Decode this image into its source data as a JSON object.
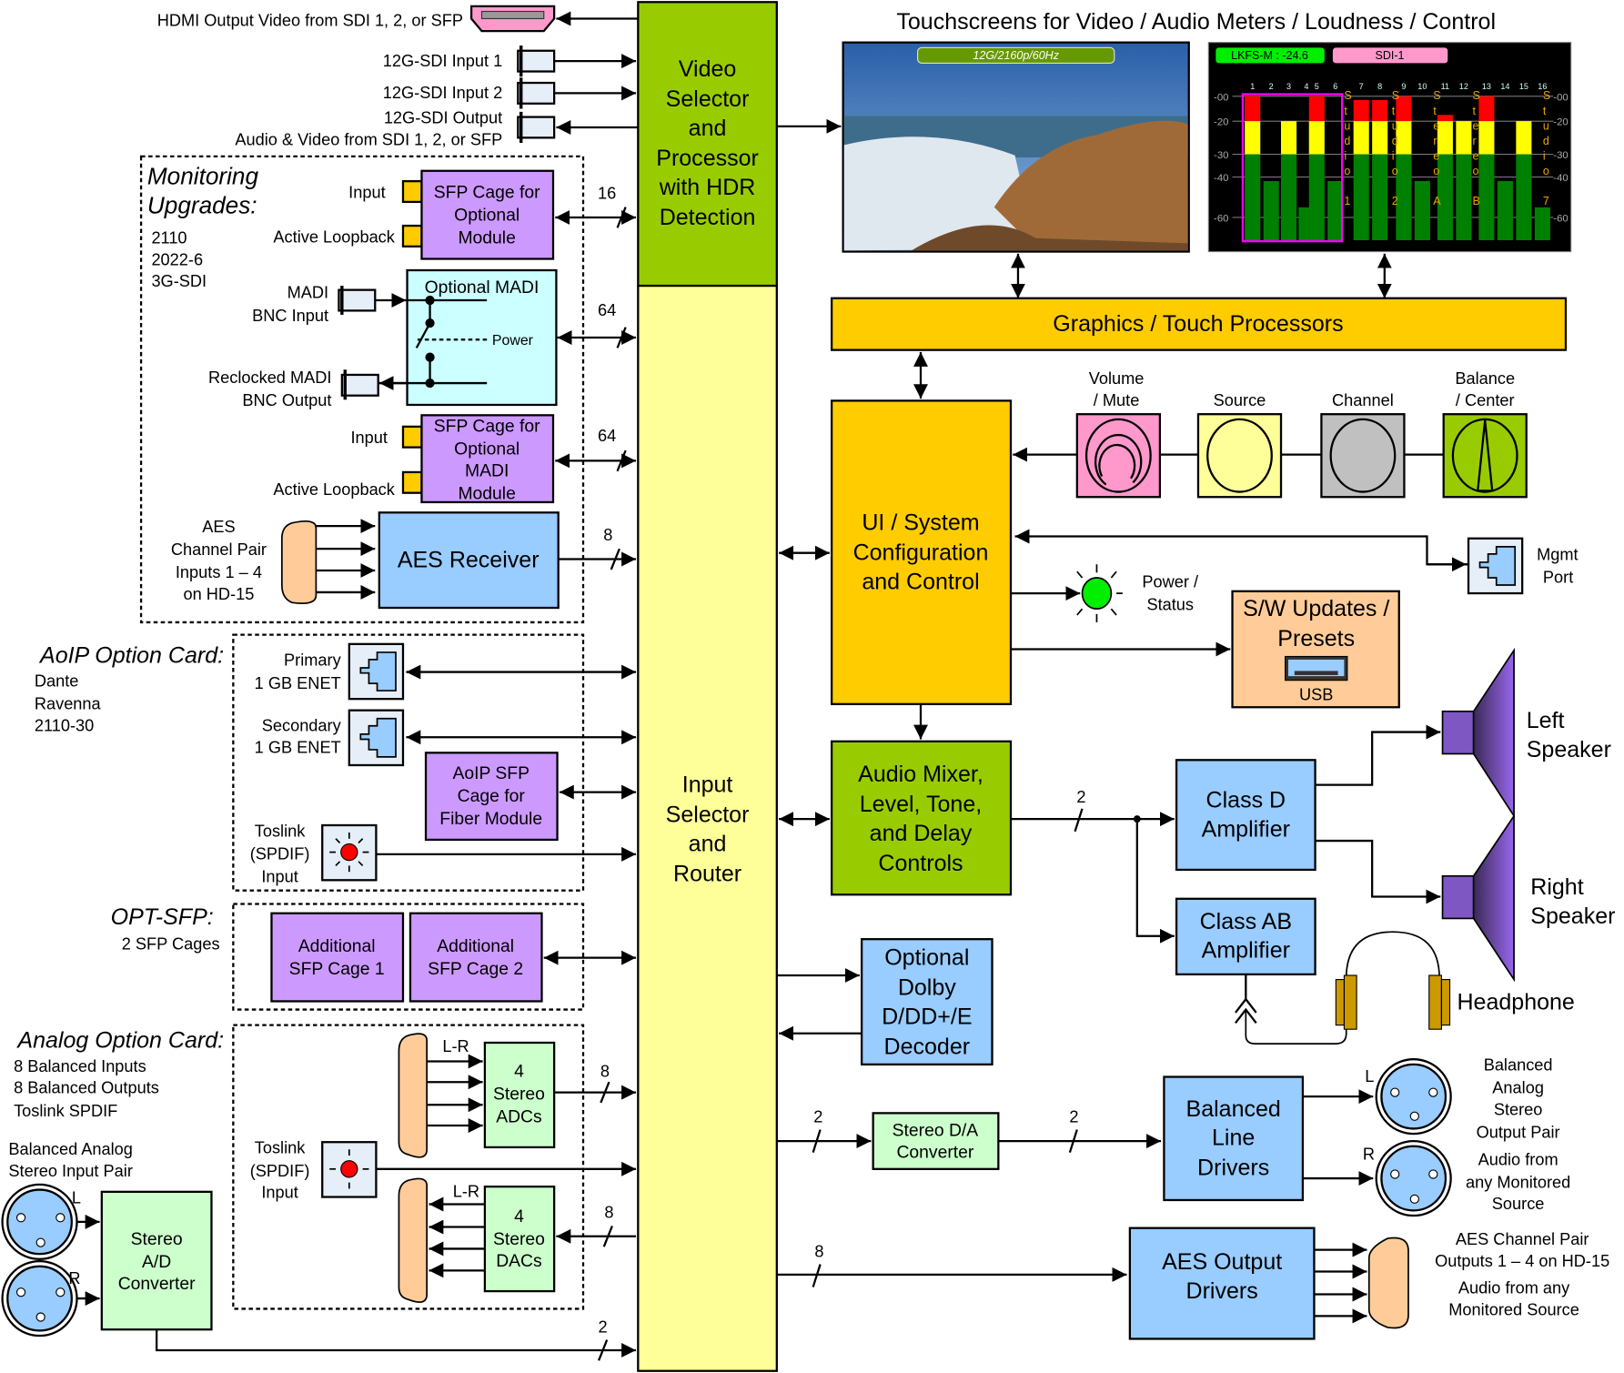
{
  "title": "Touchscreens for Video / Audio Meters / Loudness / Control",
  "colors": {
    "video_selector": "#99cc00",
    "input_router": "#ffff99",
    "orange": "#ffcc00",
    "blue_block": "#99ccff",
    "purple_block": "#cc99ff",
    "green_block": "#ccffcc",
    "cyan_block": "#ccffff",
    "peach": "#ffcc99",
    "pink": "#ff99cc"
  },
  "top_io": {
    "hdmi": "HDMI Output Video from SDI 1, 2, or SFP",
    "sdi_in1": "12G-SDI Input 1",
    "sdi_in2": "12G-SDI Input 2",
    "sdi_out": "12G-SDI Output",
    "sdi_out_sub": "Audio & Video from SDI 1, 2, or SFP"
  },
  "video_selector": [
    "Video",
    "Selector",
    "and",
    "Processor",
    "with HDR",
    "Detection"
  ],
  "input_router": [
    "Input",
    "Selector",
    "and",
    "Router"
  ],
  "monitoring": {
    "title1": "Monitoring",
    "title2": "Upgrades:",
    "items": [
      "2110",
      "2022-6",
      "3G-SDI"
    ],
    "sfp1": [
      "SFP Cage for",
      "Optional",
      "Module"
    ],
    "sfp1_input": "Input",
    "sfp1_loop": "Active Loopback",
    "bus1": "16",
    "madi_title": "Optional MADI",
    "madi_in": [
      "MADI",
      "BNC Input"
    ],
    "madi_out": [
      "Reclocked MADI",
      "BNC Output"
    ],
    "power": "Power",
    "bus2": "64",
    "sfp2": [
      "SFP Cage for",
      "Optional",
      "MADI",
      "Module"
    ],
    "sfp2_input": "Input",
    "sfp2_loop": "Active Loopback",
    "bus3": "64",
    "aes_in_label": [
      "AES",
      "Channel Pair",
      "Inputs 1 – 4",
      "on HD-15"
    ],
    "aes_receiver": "AES Receiver",
    "bus4": "8"
  },
  "aoip": {
    "title": "AoIP Option Card:",
    "items": [
      "Dante",
      "Ravenna",
      "2110-30"
    ],
    "primary": [
      "Primary",
      "1 GB ENET"
    ],
    "secondary": [
      "Secondary",
      "1 GB ENET"
    ],
    "sfp": [
      "AoIP SFP",
      "Cage for",
      "Fiber Module"
    ],
    "toslink": [
      "Toslink",
      "(SPDIF)",
      "Input"
    ]
  },
  "optsfp": {
    "title": "OPT-SFP:",
    "sub": "2 SFP Cages",
    "cage1": [
      "Additional",
      "SFP Cage 1"
    ],
    "cage2": [
      "Additional",
      "SFP Cage 2"
    ]
  },
  "analog": {
    "title": "Analog Option Card:",
    "items": [
      "8 Balanced Inputs",
      "8 Balanced Outputs",
      "Toslink SPDIF"
    ],
    "bal_in": [
      "Balanced Analog",
      "Stereo Input Pair"
    ],
    "L": "L",
    "R": "R",
    "lr": "L-R",
    "adcs": [
      "4",
      "Stereo",
      "ADCs"
    ],
    "dacs": [
      "4",
      "Stereo",
      "DACs"
    ],
    "toslink": [
      "Toslink",
      "(SPDIF)",
      "Input"
    ],
    "ad": [
      "Stereo",
      "A/D",
      "Converter"
    ],
    "bus_adc": "8",
    "bus_dac": "8",
    "bus_ad": "2"
  },
  "screens": {
    "video_badge": "12G/2160p/60Hz",
    "lkfs": "LKFS-M : -24.6",
    "source": "SDI-1",
    "scale": [
      "-00",
      "-20",
      "-30",
      "-40",
      "-60"
    ],
    "channels": [
      "1",
      "2",
      "3",
      "4",
      "5",
      "6",
      "7",
      "8",
      "9",
      "10",
      "11",
      "12",
      "13",
      "14",
      "15",
      "16"
    ],
    "group_labels": [
      "Studio 1",
      "Studio 2",
      "Stereo A",
      "Stereo B",
      "Studio 7"
    ],
    "levels_db": [
      0,
      -42,
      -20,
      -55,
      0,
      -42,
      -3,
      -3,
      0,
      -42,
      -15,
      -20,
      0,
      -42,
      -20,
      -55
    ]
  },
  "graphics": "Graphics / Touch Processors",
  "controls": [
    {
      "label1": "Volume",
      "label2": "/ Mute"
    },
    {
      "label1": "",
      "label2": "Source"
    },
    {
      "label1": "",
      "label2": "Channel"
    },
    {
      "label1": "Balance",
      "label2": "/ Center"
    }
  ],
  "ui": [
    "UI / System",
    "Configuration",
    "and Control"
  ],
  "mgmt": [
    "Mgmt",
    "Port"
  ],
  "power_status": [
    "Power /",
    "Status"
  ],
  "sw": [
    "S/W Updates /",
    "Presets"
  ],
  "usb": "USB",
  "mixer": [
    "Audio Mixer,",
    "Level, Tone,",
    "and Delay",
    "Controls"
  ],
  "bus_mixer": "2",
  "classd": [
    "Class D",
    "Amplifier"
  ],
  "classab": [
    "Class AB",
    "Amplifier"
  ],
  "left_spk": [
    "Left",
    "Speaker"
  ],
  "right_spk": [
    "Right",
    "Speaker"
  ],
  "headphone": "Headphone",
  "dolby": [
    "Optional",
    "Dolby",
    "D/DD+/E",
    "Decoder"
  ],
  "da": [
    "Stereo D/A",
    "Converter"
  ],
  "bus_da1": "2",
  "bus_da2": "2",
  "bal_drivers": [
    "Balanced",
    "Line",
    "Drivers"
  ],
  "bal_out": [
    "Balanced",
    "Analog",
    "Stereo",
    "Output Pair",
    "Audio from",
    "any Monitored",
    "Source"
  ],
  "aes_out": [
    "AES Output",
    "Drivers"
  ],
  "bus_aes_out": "8",
  "aes_out_label": [
    "AES Channel Pair",
    "Outputs 1 – 4  on HD-15",
    "Audio from any",
    "Monitored Source"
  ]
}
